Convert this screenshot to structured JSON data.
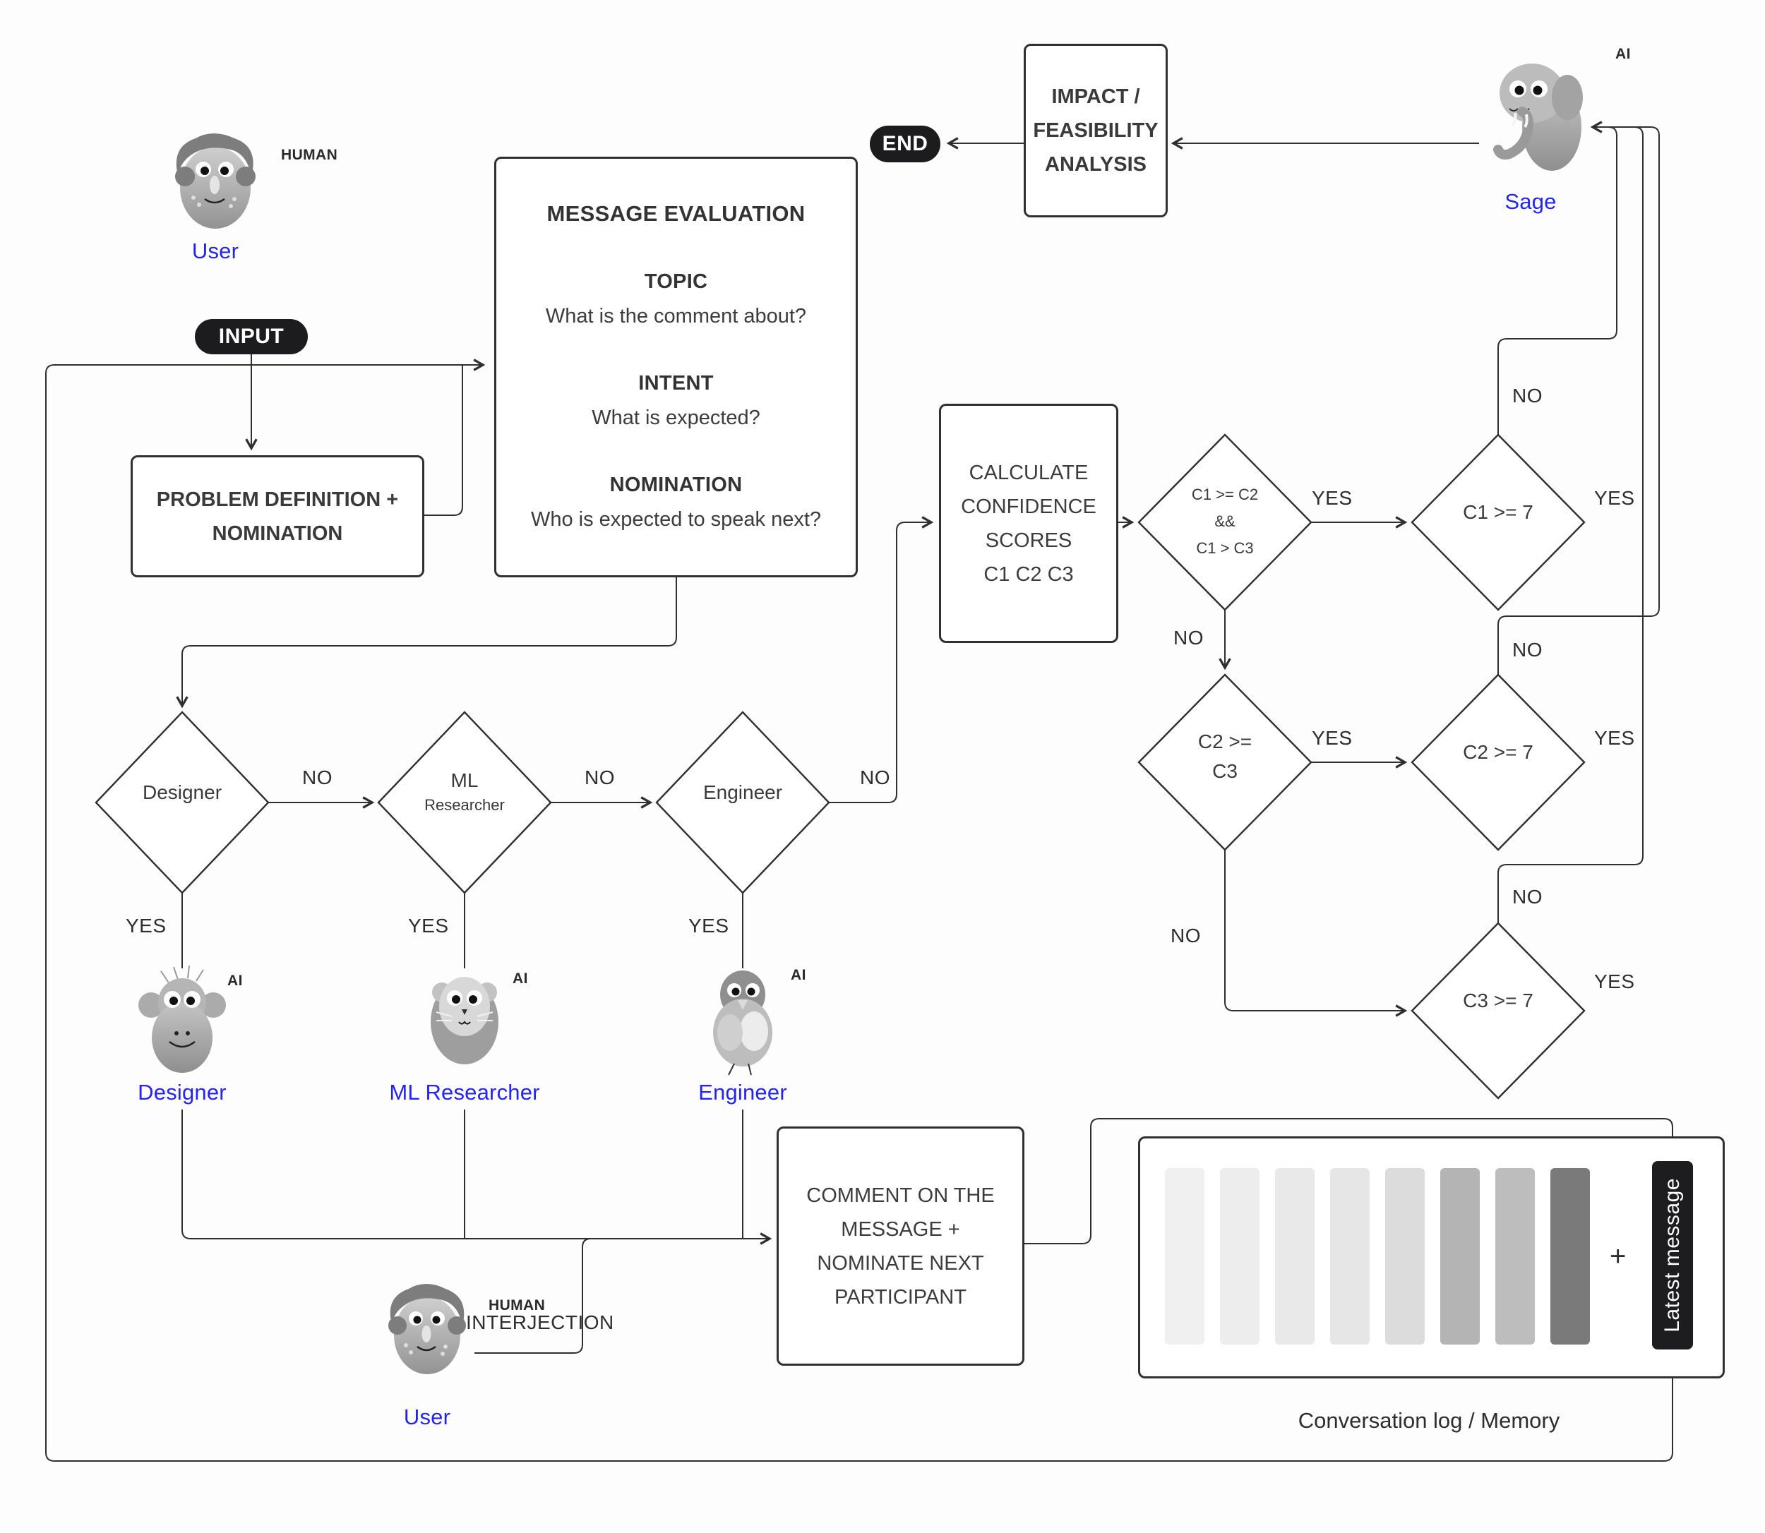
{
  "colors": {
    "accent_blue": "#2424f0",
    "ink": "#303030",
    "black_fill": "#1c1c1e"
  },
  "labels": {
    "yes": "YES",
    "no": "NO",
    "human": "HUMAN",
    "ai": "AI",
    "interjection": "INTERJECTION",
    "plus": "+"
  },
  "actors": {
    "user_top": "User",
    "user_bottom": "User",
    "designer": "Designer",
    "ml_researcher": "ML Researcher",
    "engineer": "Engineer",
    "sage": "Sage"
  },
  "nodes": {
    "input": "INPUT",
    "end": "END",
    "problem_def": {
      "line1": "PROBLEM DEFINITION  +",
      "line2": "NOMINATION"
    },
    "message_eval": {
      "title": "MESSAGE EVALUATION",
      "topic_head": "TOPIC",
      "topic_q": "What is the comment about?",
      "intent_head": "INTENT",
      "intent_q": "What is expected?",
      "nomination_head": "NOMINATION",
      "nomination_q": "Who is expected to speak next?"
    },
    "impact": {
      "line1": "IMPACT /",
      "line2": "FEASIBILITY",
      "line3": "ANALYSIS"
    },
    "calculate": {
      "line1": "CALCULATE",
      "line2": "CONFIDENCE",
      "line3": "SCORES",
      "line4": "C1 C2 C3"
    },
    "comment": {
      "line1": "COMMENT ON THE",
      "line2": "MESSAGE +",
      "line3": "NOMINATE NEXT",
      "line4": "PARTICIPANT"
    },
    "diamond_designer": "Designer",
    "diamond_ml_line1": "ML",
    "diamond_ml_line2": "Researcher",
    "diamond_engineer": "Engineer",
    "diamond_cond1": {
      "line1": "C1 >= C2",
      "line2": "&&",
      "line3": "C1 > C3"
    },
    "diamond_c1": "C1 >= 7",
    "diamond_c2c3": {
      "line1": "C2 >=",
      "line2": "C3"
    },
    "diamond_c2": "C2 >= 7",
    "diamond_c3": "C3 >= 7"
  },
  "log": {
    "caption": "Conversation log / Memory",
    "latest": "Latest message",
    "bar_colors": [
      "#f0f0f0",
      "#ededed",
      "#e9e9e9",
      "#e6e6e6",
      "#dcdcdc",
      "#b4b4b4",
      "#bdbdbd",
      "#7a7a7a"
    ]
  }
}
